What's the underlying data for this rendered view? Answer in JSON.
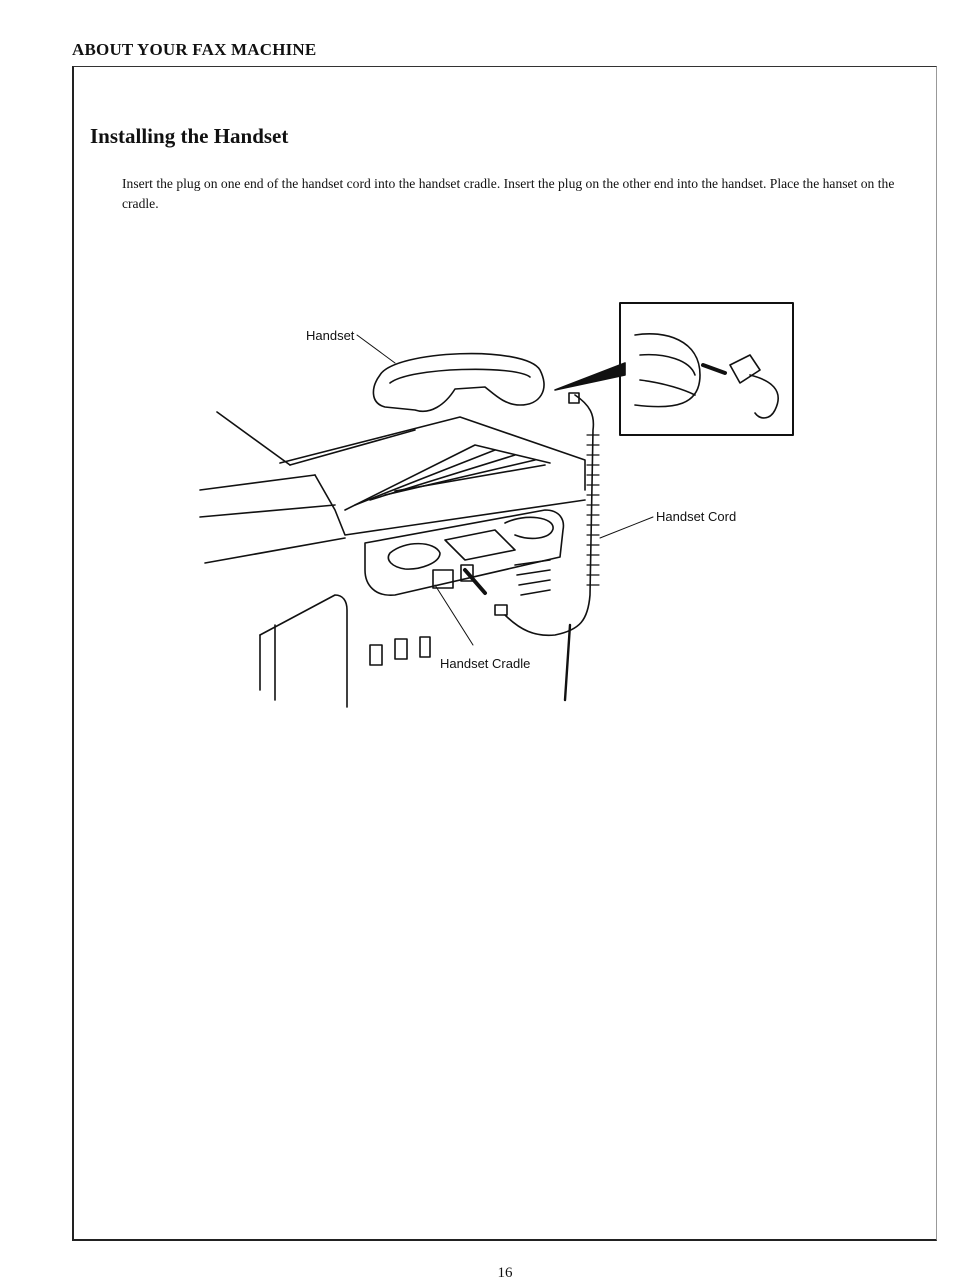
{
  "header": {
    "section_title": "ABOUT YOUR FAX MACHINE"
  },
  "main": {
    "title": "Installing the Handset",
    "paragraph": "Insert the plug on one end of the handset cord into the handset cradle.  Insert the plug on the other end into the handset. Place the hanset on the cradle."
  },
  "figure": {
    "labels": {
      "handset": "Handset",
      "handset_cord": "Handset Cord",
      "handset_cradle": "Handset Cradle"
    }
  },
  "footer": {
    "page_number": "16"
  }
}
